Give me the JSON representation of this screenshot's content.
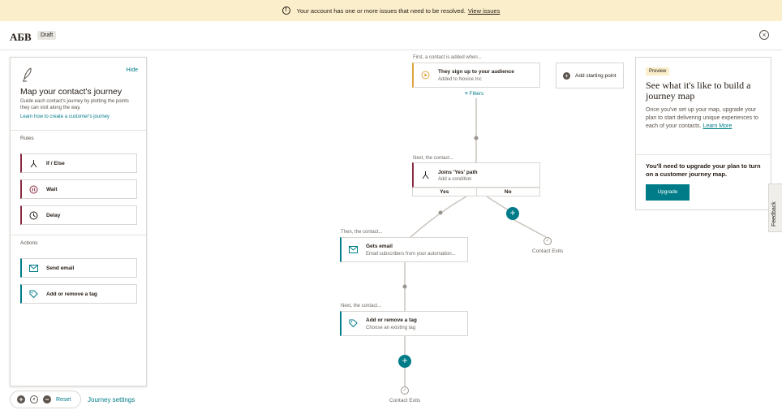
{
  "banner": {
    "message": "Your account has one or more issues that need to be resolved.",
    "link": "View issues"
  },
  "header": {
    "title": "АБВ",
    "badge": "Draft"
  },
  "sidebar": {
    "hide": "Hide",
    "title": "Map your contact's journey",
    "description": "Guide each contact's journey by plotting the points they can visit along the way.",
    "learn_link": "Learn how to create a customer's journey",
    "rules_heading": "Rules",
    "rules": [
      {
        "label": "If / Else",
        "icon": "split-icon"
      },
      {
        "label": "Wait",
        "icon": "pause-icon"
      },
      {
        "label": "Delay",
        "icon": "clock-icon"
      }
    ],
    "actions_heading": "Actions",
    "actions": [
      {
        "label": "Send email",
        "icon": "envelope-icon"
      },
      {
        "label": "Add or remove a tag",
        "icon": "tag-icon"
      }
    ]
  },
  "toolbar": {
    "reset": "Reset",
    "journey_settings": "Journey settings"
  },
  "canvas": {
    "start_label": "First, a contact is added when...",
    "start_node": {
      "title": "They sign up to your audience",
      "subtitle": "Added to Novice Inc"
    },
    "filters": "Filters",
    "add_starting_point": "Add starting point",
    "next_label_1": "Next, the contact...",
    "condition_node": {
      "title": "Joins 'Yes' path",
      "subtitle": "Add a condition"
    },
    "yes": "Yes",
    "no": "No",
    "then_label": "Then, the contact...",
    "email_node": {
      "title": "Gets email",
      "subtitle": "Email subscribers from your automation..."
    },
    "next_label_2": "Next, the contact...",
    "tag_node": {
      "title": "Add or remove a tag",
      "subtitle": "Choose an existing tag"
    },
    "contact_exits": "Contact Exits"
  },
  "preview": {
    "tag": "Preview",
    "title": "See what it's like to build a journey map",
    "description": "Once you've set up your map, upgrade your plan to start delivering unique experiences to each of your contacts.",
    "learn_more": "Learn More",
    "upgrade_title": "You'll need to upgrade your plan to turn on a customer journey map.",
    "upgrade_button": "Upgrade"
  },
  "feedback": "Feedback",
  "colors": {
    "accent": "#007c89",
    "rule": "#8a2b40",
    "trigger": "#e0a341",
    "banner": "#fbeecb"
  }
}
